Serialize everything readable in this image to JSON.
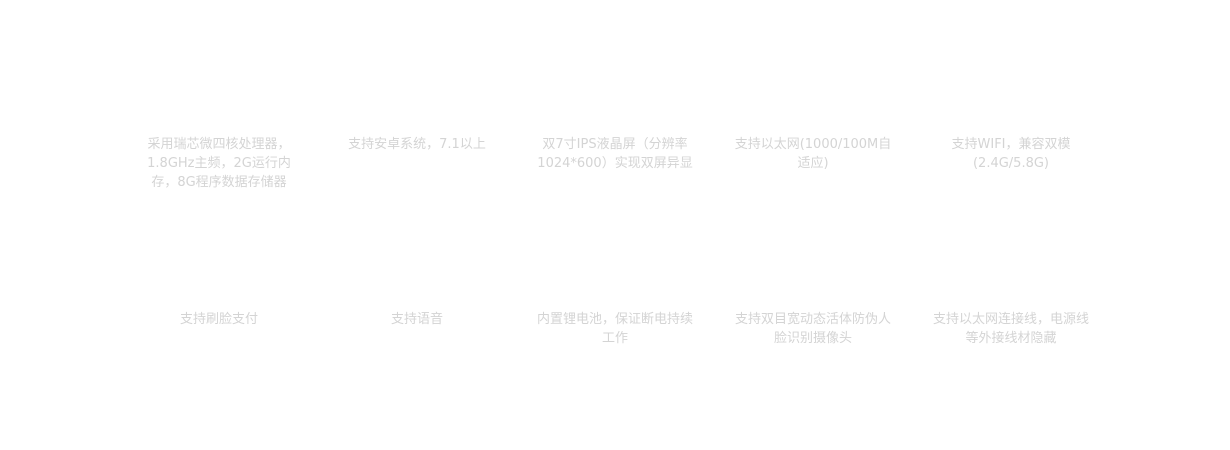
{
  "features": {
    "row1": [
      "采用瑞芯微四核处理器，1.8GHz主频，2G运行内存，8G程序数据存储器",
      "支持安卓系统，7.1以上",
      "双7寸IPS液晶屏（分辨率1024*600）实现双屏异显",
      "支持以太网(1000/100M自适应)",
      "支持WIFI，兼容双模(2.4G/5.8G)"
    ],
    "row2": [
      "支持刷脸支付",
      "支持语音",
      "内置锂电池，保证断电持续工作",
      "支持双目宽动态活体防伪人脸识别摄像头",
      "支持以太网连接线，电源线等外接线材隐藏"
    ]
  }
}
